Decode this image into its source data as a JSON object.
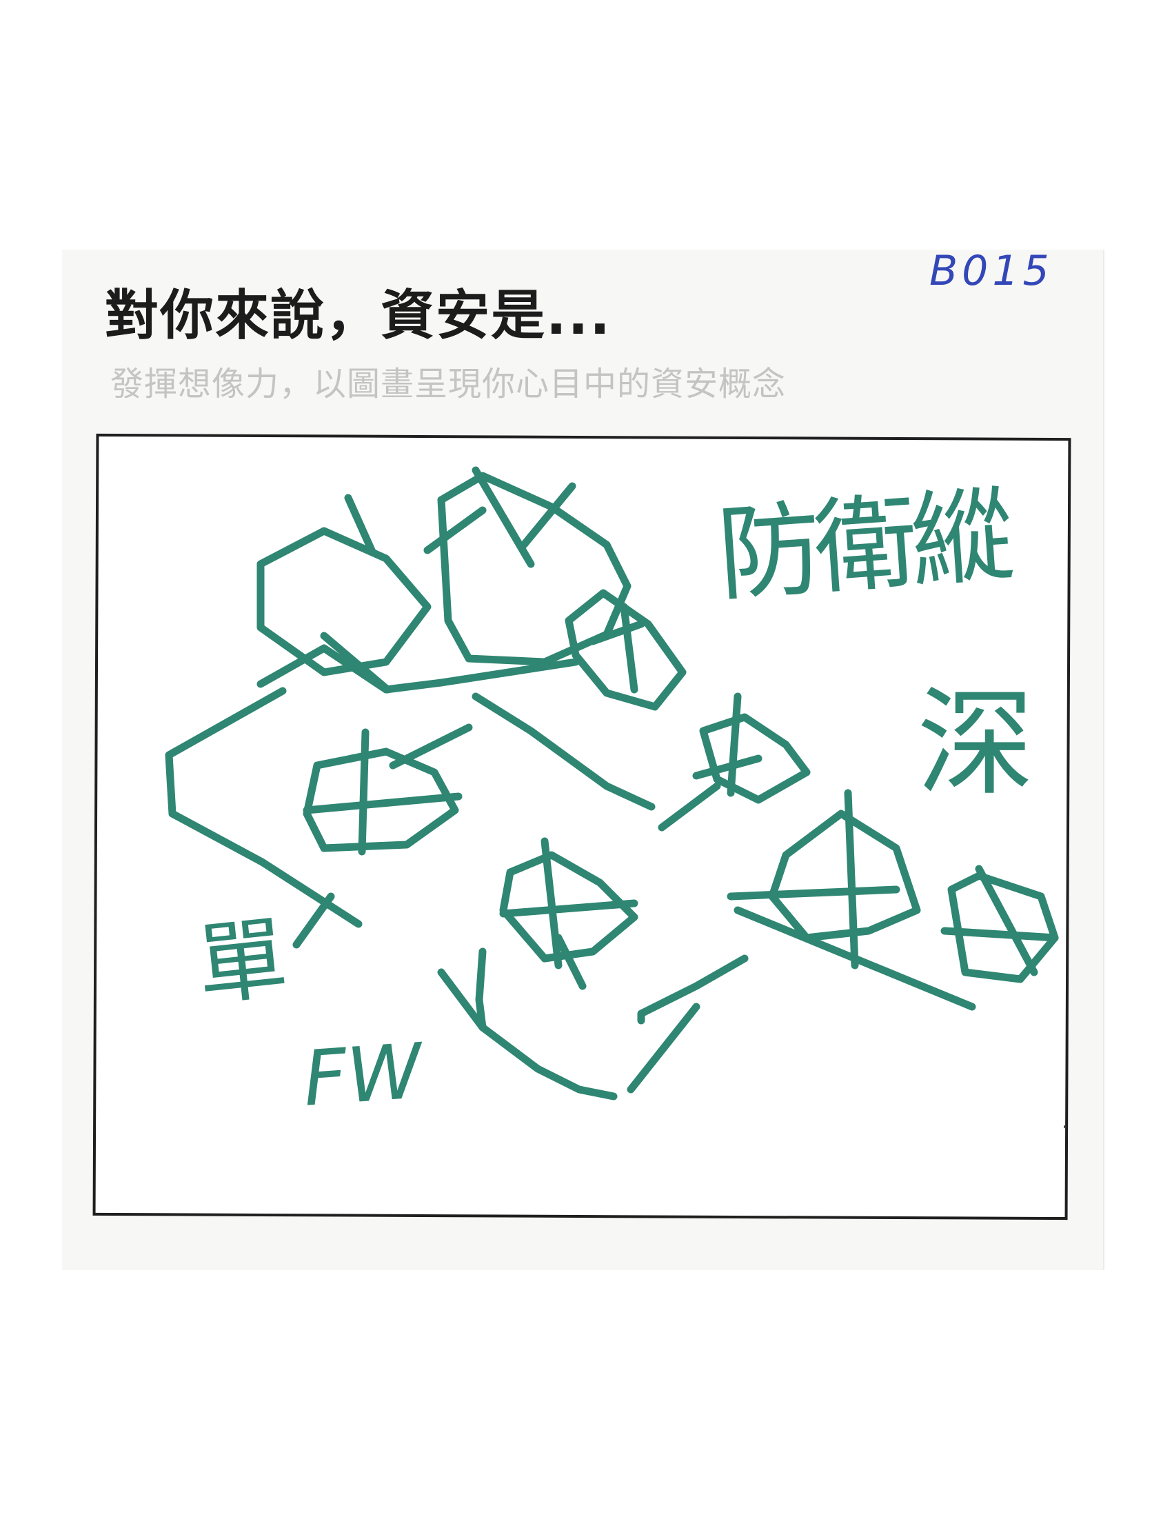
{
  "form": {
    "code": "B015",
    "title": "對你來說，資安是...",
    "subtitle": "發揮想像力，以圖畫呈現你心目中的資安概念"
  },
  "drawing": {
    "description_labels": {
      "defense_text": "防衛縱",
      "net_text": "深",
      "single_text": "單",
      "fw_text": "FW"
    },
    "ink_color": "#2f8672",
    "code_color": "#3347b8"
  }
}
